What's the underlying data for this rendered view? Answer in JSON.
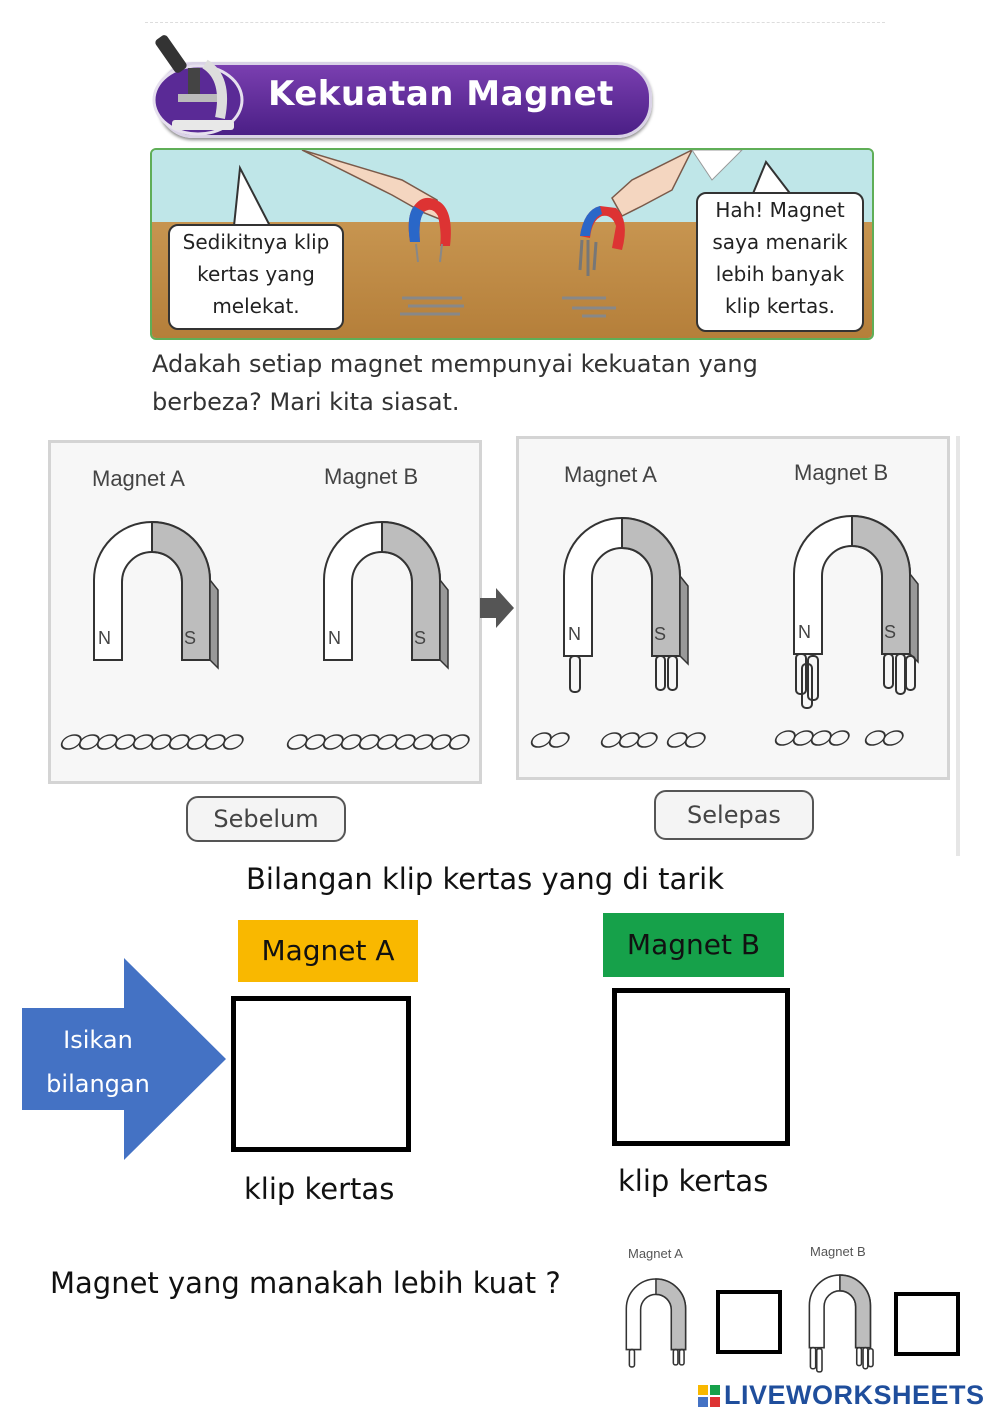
{
  "header": {
    "title": "Kekuatan Magnet"
  },
  "scene": {
    "left_bubble": [
      "Sedikitnya klip",
      "kertas yang",
      "melekat."
    ],
    "right_bubble": [
      "Hah! Magnet",
      "saya menarik",
      "lebih banyak",
      "klip kertas."
    ]
  },
  "question": {
    "line1": "Adakah setiap magnet mempunyai kekuatan yang",
    "line2": "berbeza? Mari kita siasat."
  },
  "experiment": {
    "magnet_a": "Magnet A",
    "magnet_b": "Magnet B",
    "pole_n": "N",
    "pole_s": "S",
    "before_label": "Sebelum",
    "after_label": "Selepas"
  },
  "task": {
    "heading": "Bilangan klip kertas yang di tarik",
    "magnet_a_tag": "Magnet A",
    "magnet_b_tag": "Magnet B",
    "arrow_text": [
      "Isikan",
      "bilangan"
    ],
    "unit_a": "klip kertas",
    "unit_b": "klip kertas",
    "stronger_question": "Magnet yang manakah lebih kuat ?"
  },
  "mini": {
    "magnet_a": "Magnet A",
    "magnet_b": "Magnet B"
  },
  "colors": {
    "tag_a": "#f9b800",
    "tag_b": "#16a14a",
    "arrow": "#4472c4",
    "banner": "#5a2a96"
  },
  "brand": "LIVEWORKSHEETS"
}
